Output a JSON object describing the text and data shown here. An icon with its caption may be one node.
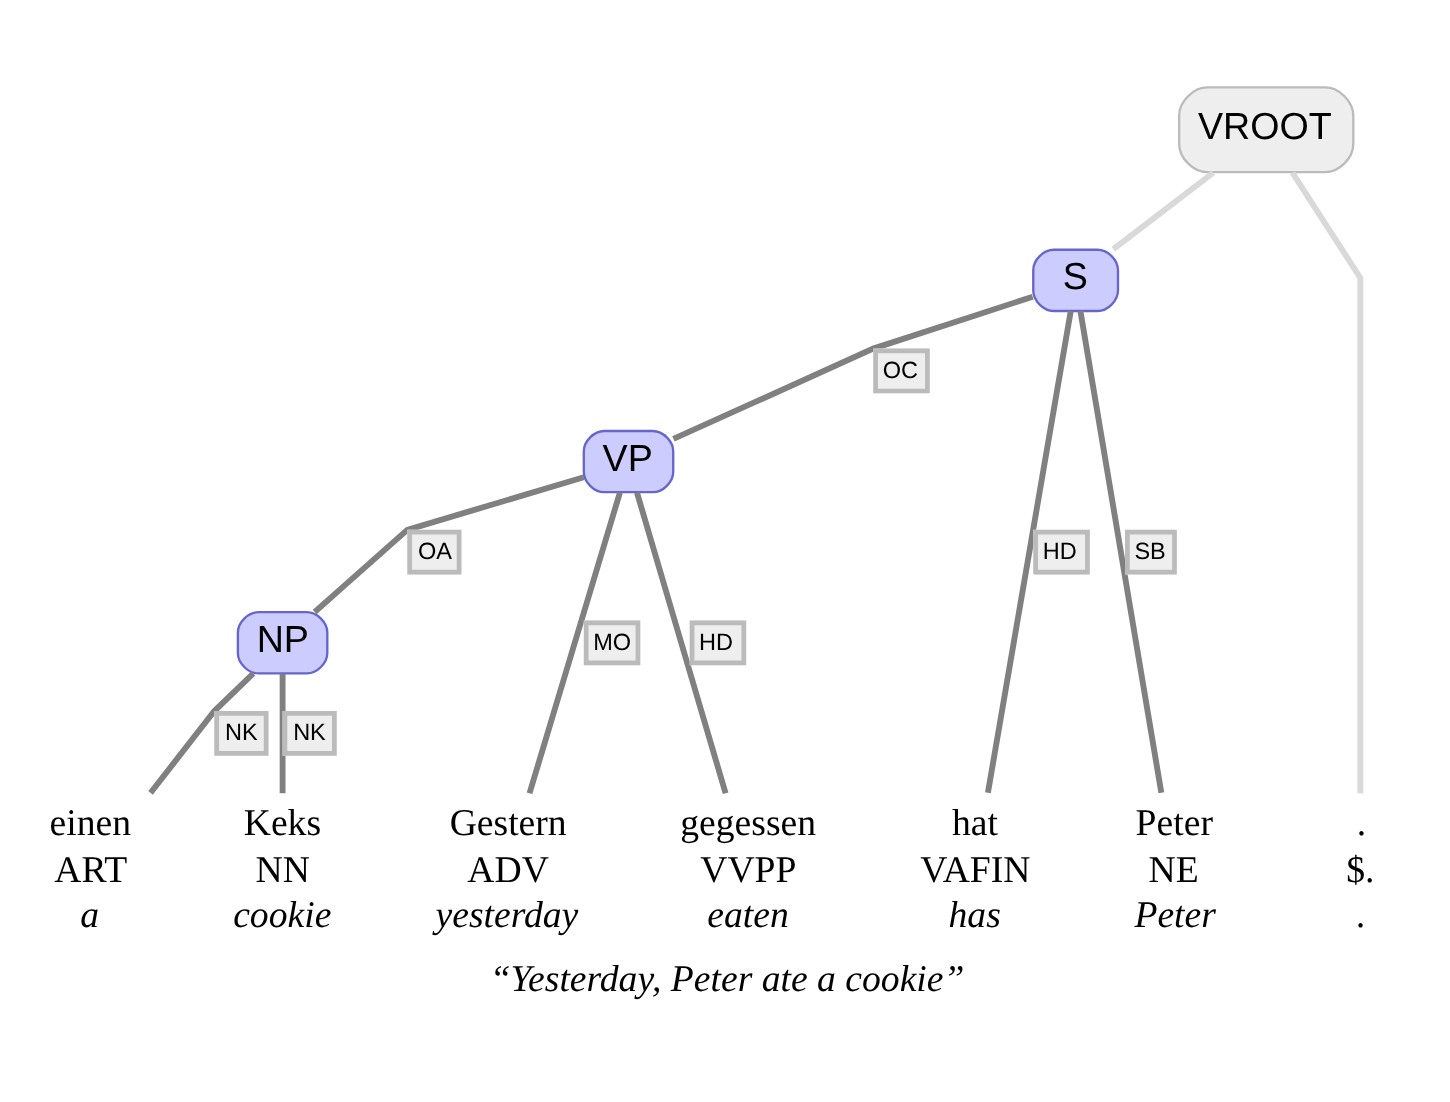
{
  "diagram": {
    "caption": "“Yesterday, Peter ate a cookie”",
    "nodes": [
      {
        "text": [
          "VROOT"
        ]
      },
      {
        "text": [
          "S"
        ]
      },
      {
        "text": [
          "VP"
        ]
      },
      {
        "text": [
          "NP"
        ]
      },
      {
        "text": [
          "Gestern",
          "ADV",
          "yesterday"
        ]
      },
      {
        "text": [
          "hat",
          "VAFIN",
          "has"
        ]
      },
      {
        "text": [
          "Peter",
          "NE",
          "Peter"
        ]
      },
      {
        "text": [
          "einen",
          "ART",
          "a"
        ]
      },
      {
        "text": [
          "Keks",
          "NN",
          "cookie"
        ]
      },
      {
        "text": [
          "gegessen",
          "VVPP",
          "eaten"
        ]
      },
      {
        "text": [
          ".",
          "$.",
          "."
        ]
      }
    ],
    "edges": [
      {
        "from": 0,
        "to": 1,
        "arrow": "none",
        "color": "#d9d9d9"
      },
      {
        "from": 0,
        "to": 10,
        "arrow": "none",
        "color": "#d9d9d9"
      },
      {
        "from": 1,
        "to": 5,
        "arrow": "none",
        "label": "HD"
      },
      {
        "from": 1,
        "to": 6,
        "arrow": "none",
        "label": "SB"
      },
      {
        "from": 1,
        "to": 2,
        "arrow": "none",
        "label": "OC"
      },
      {
        "from": 2,
        "to": 4,
        "arrow": "none",
        "label": "MO"
      },
      {
        "from": 2,
        "to": 3,
        "arrow": "none",
        "label": "OA"
      },
      {
        "from": 2,
        "to": 9,
        "arrow": "none",
        "label": "HD"
      },
      {
        "from": 3,
        "to": 7,
        "arrow": "none",
        "label": "NK"
      },
      {
        "from": 3,
        "to": 8,
        "arrow": "none",
        "label": "NK"
      }
    ]
  }
}
